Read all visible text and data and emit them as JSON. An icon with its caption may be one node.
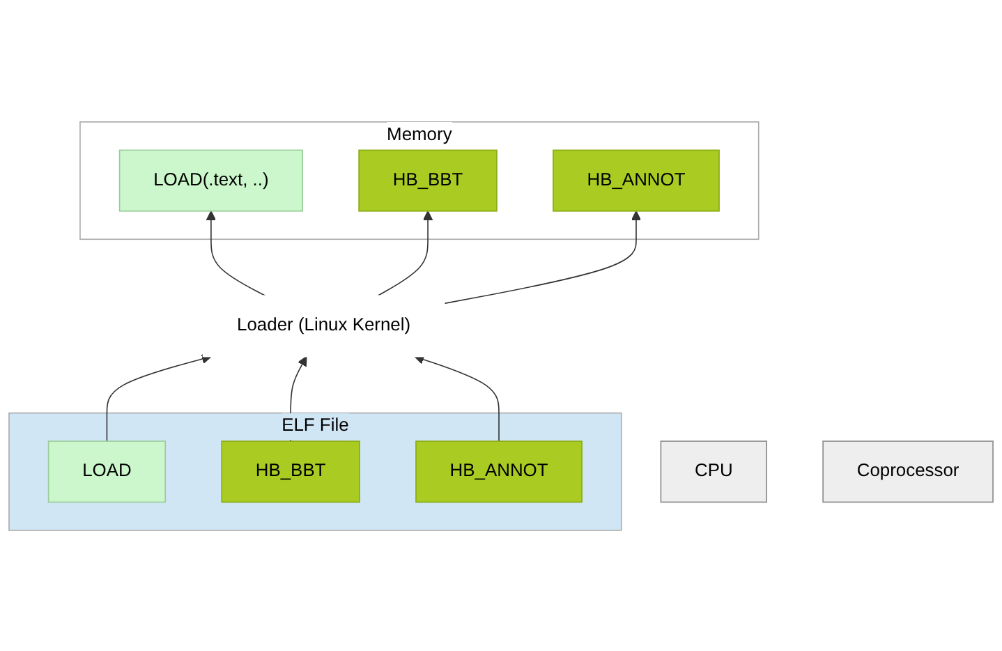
{
  "diagram": {
    "nodes": [
      {
        "text": [
          "CPU"
        ]
      },
      {
        "text": [
          "Coprocessor"
        ]
      },
      {
        "text": [
          "Memory"
        ]
      },
      {
        "text": [
          "LOAD(.text, ..)"
        ],
        "in": 2
      },
      {
        "text": [
          "HB_BBT"
        ],
        "in": 2
      },
      {
        "text": [
          "HB_ANNOT"
        ],
        "in": 2
      },
      {
        "text": [
          "Loader (Linux Kernel)"
        ]
      },
      {
        "text": [
          "ELF File"
        ]
      },
      {
        "text": [
          "LOAD"
        ],
        "in": 7
      },
      {
        "text": [
          "HB_BBT"
        ],
        "in": 7
      },
      {
        "text": [
          "HB_ANNOT"
        ],
        "in": 7
      }
    ],
    "edges": [
      {
        "from": 6,
        "to": 3,
        "arrow": "to"
      },
      {
        "from": 6,
        "to": 4,
        "arrow": "to"
      },
      {
        "from": 6,
        "to": 5,
        "arrow": "to"
      },
      {
        "from": 8,
        "to": 6,
        "arrow": "to"
      },
      {
        "from": 9,
        "to": 6,
        "arrow": "to"
      },
      {
        "from": 10,
        "to": 6,
        "arrow": "to"
      }
    ]
  }
}
